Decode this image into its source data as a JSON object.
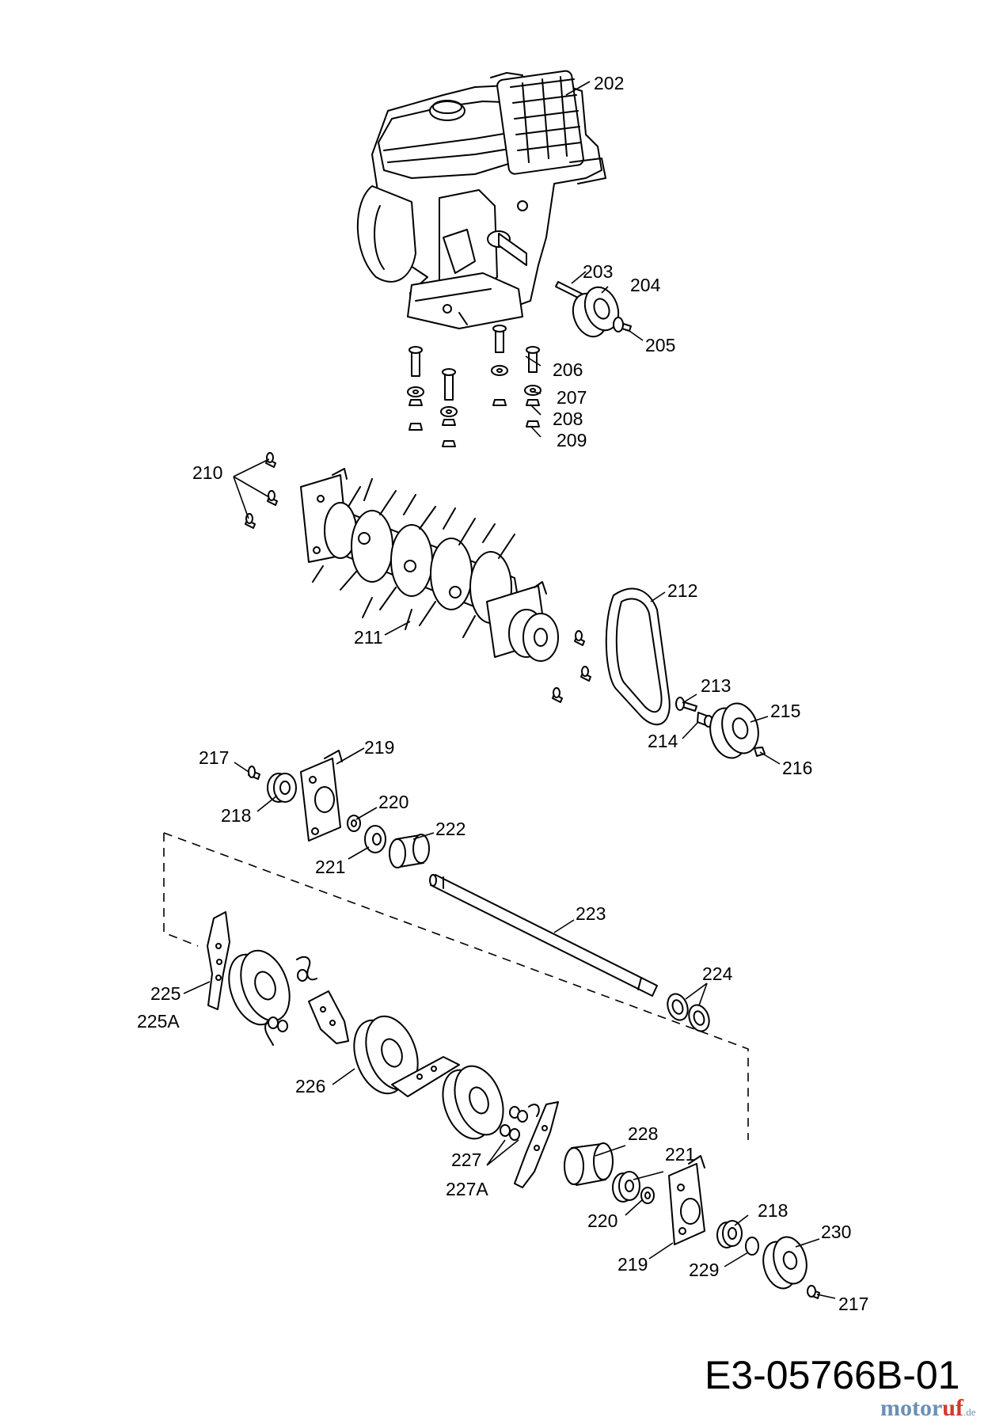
{
  "labels": {
    "p202": "202",
    "p203": "203",
    "p204": "204",
    "p205": "205",
    "p206": "206",
    "p207": "207",
    "p208": "208",
    "p209": "209",
    "p210": "210",
    "p211": "211",
    "p212": "212",
    "p213": "213",
    "p214": "214",
    "p215": "215",
    "p216": "216",
    "p217a": "217",
    "p218a": "218",
    "p219a": "219",
    "p220a": "220",
    "p221a": "221",
    "p222": "222",
    "p223": "223",
    "p224": "224",
    "p225": "225",
    "p225A": "225A",
    "p226": "226",
    "p227": "227",
    "p227A": "227A",
    "p228": "228",
    "p221b": "221",
    "p220b": "220",
    "p219b": "219",
    "p218b": "218",
    "p229": "229",
    "p230": "230",
    "p217b": "217"
  },
  "document_id": "E3-05766B-01",
  "watermark": {
    "part1": "motor",
    "part2": "uf",
    "suffix": ".de"
  }
}
